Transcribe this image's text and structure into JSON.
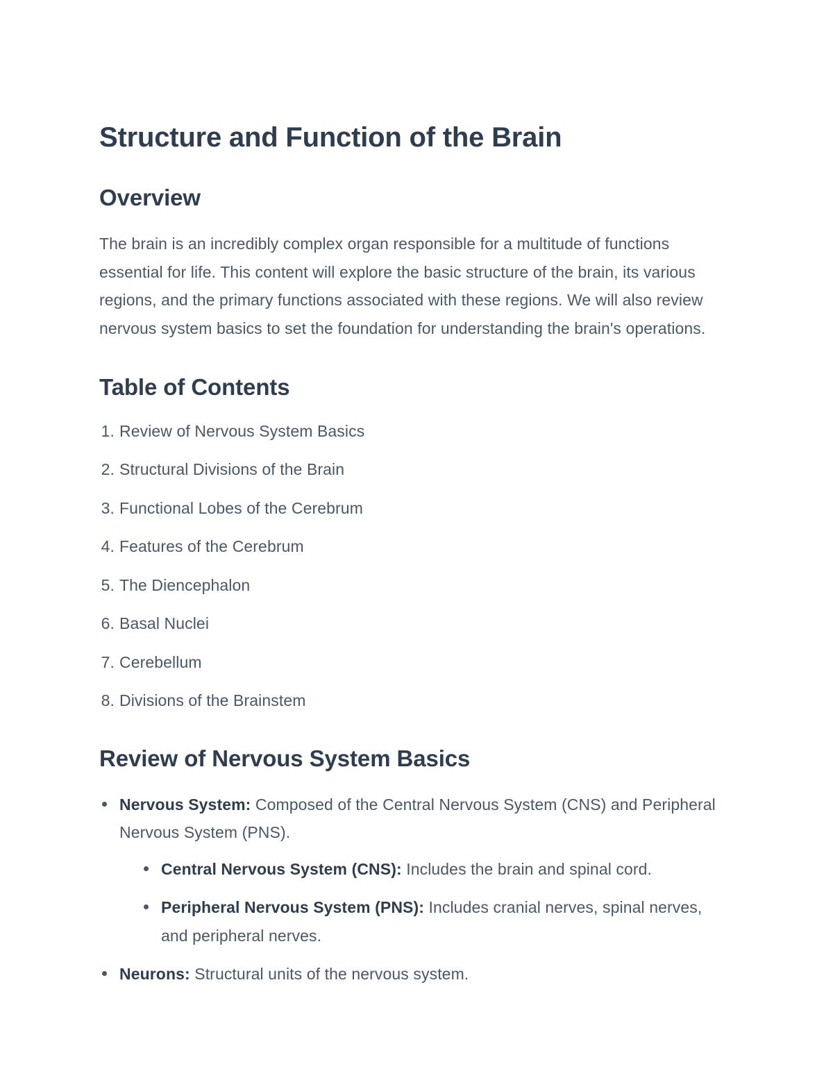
{
  "document": {
    "title": "Structure and Function of the Brain",
    "colors": {
      "heading": "#2e3d50",
      "body": "#4a5768",
      "background": "#ffffff"
    },
    "sections": {
      "overview": {
        "heading": "Overview",
        "paragraph": "The brain is an incredibly complex organ responsible for a multitude of functions essential for life. This content will explore the basic structure of the brain, its various regions, and the primary functions associated with these regions. We will also review nervous system basics to set the foundation for understanding the brain's operations."
      },
      "table_of_contents": {
        "heading": "Table of Contents",
        "items": [
          {
            "number": "1.",
            "label": "Review of Nervous System Basics"
          },
          {
            "number": "2.",
            "label": "Structural Divisions of the Brain"
          },
          {
            "number": "3.",
            "label": "Functional Lobes of the Cerebrum"
          },
          {
            "number": "4.",
            "label": "Features of the Cerebrum"
          },
          {
            "number": "5.",
            "label": "The Diencephalon"
          },
          {
            "number": "6.",
            "label": "Basal Nuclei"
          },
          {
            "number": "7.",
            "label": "Cerebellum"
          },
          {
            "number": "8.",
            "label": "Divisions of the Brainstem"
          }
        ]
      },
      "review_nervous_system": {
        "heading": "Review of Nervous System Basics",
        "bullets": [
          {
            "term": "Nervous System:",
            "text": " Composed of the Central Nervous System (CNS) and Peripheral Nervous System (PNS).",
            "sub_bullets": [
              {
                "term": "Central Nervous System (CNS):",
                "text": " Includes the brain and spinal cord."
              },
              {
                "term": "Peripheral Nervous System (PNS):",
                "text": " Includes cranial nerves, spinal nerves, and peripheral nerves."
              }
            ]
          },
          {
            "term": "Neurons:",
            "text": " Structural units of the nervous system.",
            "sub_bullets": []
          }
        ]
      }
    }
  }
}
